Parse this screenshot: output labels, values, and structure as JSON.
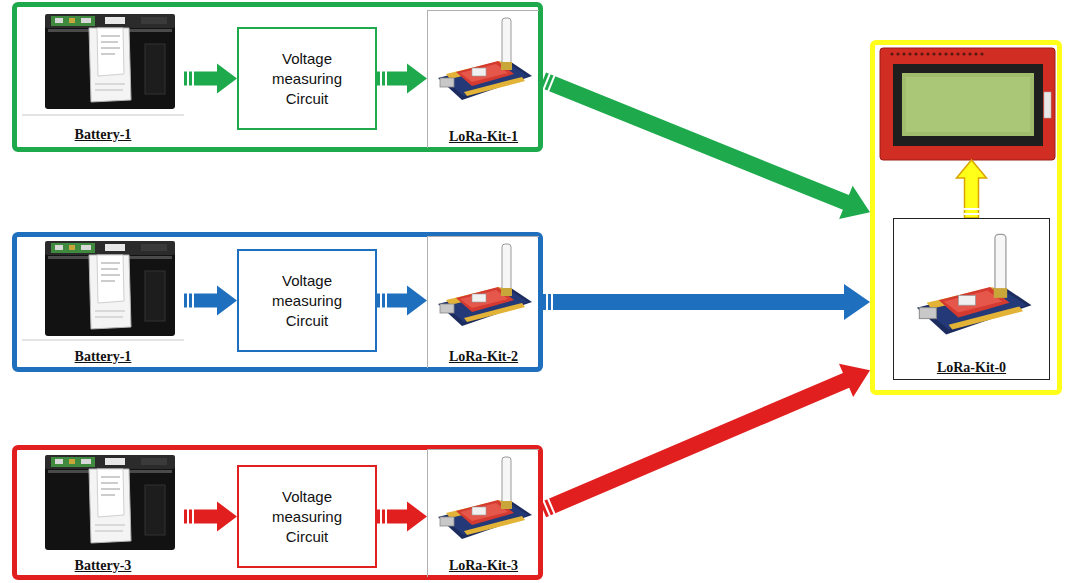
{
  "diagram": {
    "nodes": [
      {
        "text": []
      },
      {
        "text": [
          "Battery-1"
        ],
        "in": 0
      },
      {
        "text": [
          "Voltage measuring Circuit"
        ],
        "in": 0
      },
      {
        "text": [
          "LoRa-Kit-1"
        ],
        "in": 0
      },
      {
        "text": []
      },
      {
        "text": [
          "Battery-1"
        ],
        "in": 4
      },
      {
        "text": [
          "Voltage measuring Circuit"
        ],
        "in": 4
      },
      {
        "text": [
          "LoRa-Kit-2"
        ],
        "in": 4
      },
      {
        "text": []
      },
      {
        "text": [
          "Battery-3"
        ],
        "in": 8
      },
      {
        "text": [
          "Voltage measuring Circuit"
        ],
        "in": 8
      },
      {
        "text": [
          "LoRa-Kit-3"
        ],
        "in": 8
      },
      {
        "text": []
      },
      {
        "text": [],
        "in": 12
      },
      {
        "text": [
          "LoRa-Kit-0"
        ],
        "in": 12
      }
    ],
    "edges": [
      {
        "from": 1,
        "to": 2,
        "arrow": "to"
      },
      {
        "from": 2,
        "to": 3,
        "arrow": "to"
      },
      {
        "from": 5,
        "to": 6,
        "arrow": "to"
      },
      {
        "from": 6,
        "to": 7,
        "arrow": "to"
      },
      {
        "from": 9,
        "to": 10,
        "arrow": "to"
      },
      {
        "from": 10,
        "to": 11,
        "arrow": "to"
      },
      {
        "from": 0,
        "to": 12,
        "arrow": "to"
      },
      {
        "from": 4,
        "to": 12,
        "arrow": "to"
      },
      {
        "from": 8,
        "to": 12,
        "arrow": "to"
      },
      {
        "from": 14,
        "to": 13,
        "arrow": "to"
      }
    ]
  }
}
